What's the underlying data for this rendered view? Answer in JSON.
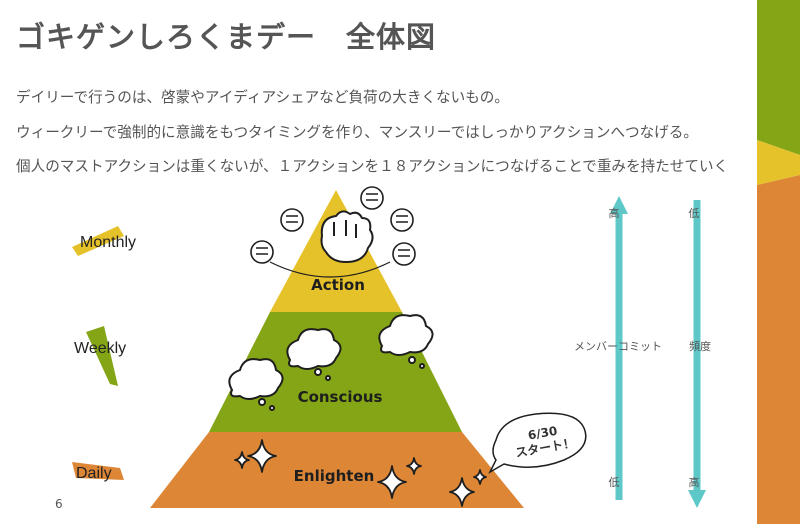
{
  "slide": {
    "title": "ゴキゲンしろくまデー　全体図",
    "descriptions": [
      "デイリーで行うのは、啓蒙やアイディアシェアなど負荷の大きくないもの。",
      "ウィークリーで強制的に意識をもつタイミングを作り、マンスリーではしっかりアクションへつなげる。",
      "個人のマストアクションは重くないが、１アクションを１８アクションにつなげることで重みを持たせていく"
    ],
    "page_number": "6"
  },
  "frequency": {
    "monthly": "Monthly",
    "weekly": "Weekly",
    "daily": "Daily"
  },
  "pyramid": {
    "top": {
      "label": "Action",
      "color": "#e6c22a"
    },
    "middle": {
      "label": "Conscious",
      "color": "#84a516"
    },
    "bottom": {
      "label": "Enlighten",
      "color": "#dd8636"
    }
  },
  "callout": {
    "line1": "6/30",
    "line2": "スタート！"
  },
  "axes": {
    "commitment": {
      "label": "メンバーコミット",
      "top": "高",
      "bottom": "低"
    },
    "frequency": {
      "label": "頻度",
      "top": "低",
      "bottom": "高"
    },
    "arrow_color": "#5ec8c8"
  },
  "colors": {
    "yellow": "#e6c22a",
    "green": "#84a516",
    "orange": "#dd8636"
  }
}
